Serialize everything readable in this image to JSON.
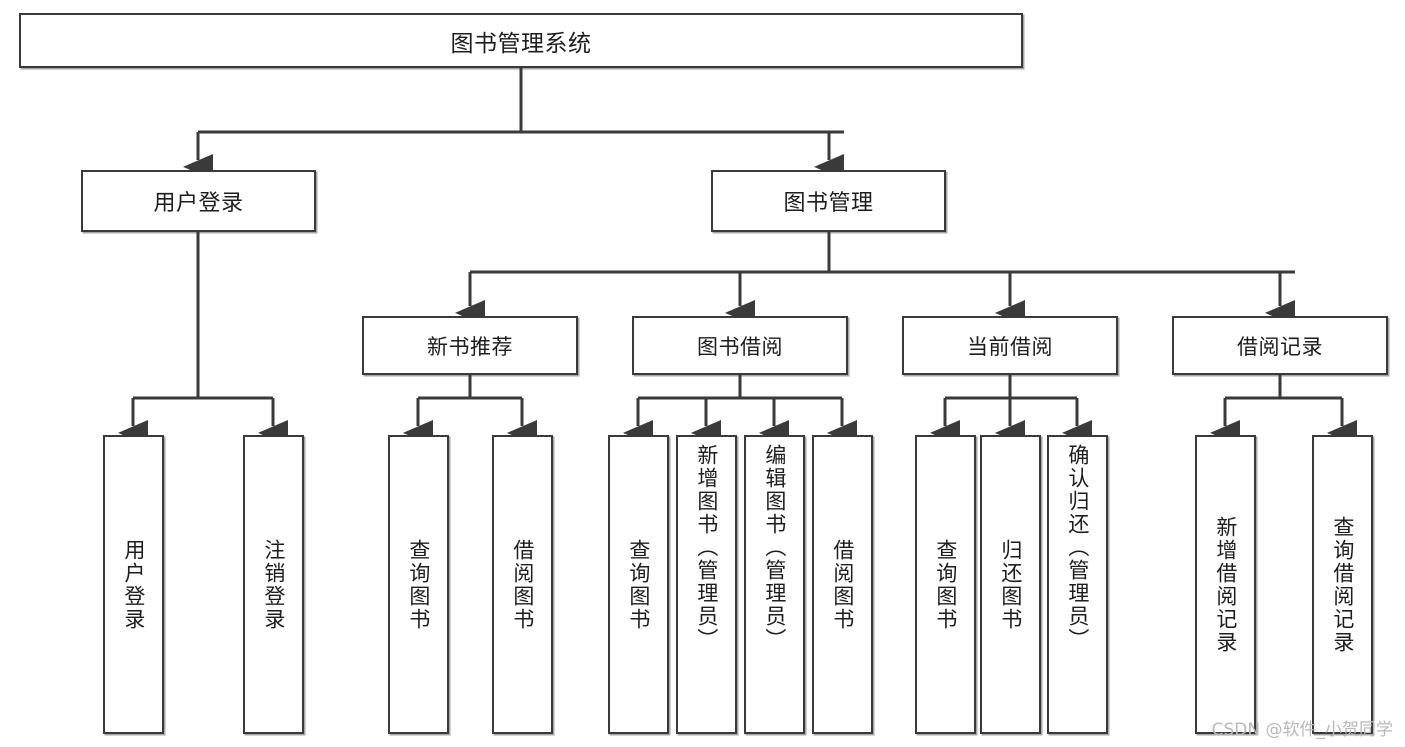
{
  "diagram": {
    "title": "图书管理系统",
    "type": "tree-hierarchy-chart",
    "watermark": "CSDN @软件_小贺同学",
    "colors": {
      "box_border": "#3a3a3a",
      "box_fill": "#ffffff",
      "connector": "#3a3a3a",
      "text": "#1d1d1d",
      "watermark": "#b9b9b9",
      "background": "#ffffff"
    },
    "root": {
      "id": "root",
      "label": "图书管理系统"
    },
    "level2": [
      {
        "id": "user-login",
        "label": "用户登录"
      },
      {
        "id": "book-manage",
        "label": "图书管理"
      }
    ],
    "level3": [
      {
        "id": "new-book-recommend",
        "label": "新书推荐",
        "parent": "book-manage"
      },
      {
        "id": "book-borrow",
        "label": "图书借阅",
        "parent": "book-manage"
      },
      {
        "id": "current-borrow",
        "label": "当前借阅",
        "parent": "book-manage"
      },
      {
        "id": "borrow-record",
        "label": "借阅记录",
        "parent": "book-manage"
      }
    ],
    "leaves": [
      {
        "id": "leaf-user-login",
        "label": "用户登录",
        "parent": "user-login"
      },
      {
        "id": "leaf-logout-login",
        "label": "注销登录",
        "parent": "user-login"
      },
      {
        "id": "leaf-query-book-1",
        "label": "查询图书",
        "parent": "new-book-recommend"
      },
      {
        "id": "leaf-borrow-book-1",
        "label": "借阅图书",
        "parent": "new-book-recommend"
      },
      {
        "id": "leaf-query-book-2",
        "label": "查询图书",
        "parent": "book-borrow"
      },
      {
        "id": "leaf-add-book",
        "label": "新增图书（管理员）",
        "parent": "book-borrow"
      },
      {
        "id": "leaf-edit-book",
        "label": "编辑图书（管理员）",
        "parent": "book-borrow"
      },
      {
        "id": "leaf-borrow-book-2",
        "label": "借阅图书",
        "parent": "book-borrow"
      },
      {
        "id": "leaf-query-book-3",
        "label": "查询图书",
        "parent": "current-borrow"
      },
      {
        "id": "leaf-return-book",
        "label": "归还图书",
        "parent": "current-borrow"
      },
      {
        "id": "leaf-confirm-return",
        "label": "确认归还（管理员）",
        "parent": "current-borrow"
      },
      {
        "id": "leaf-add-record",
        "label": "新增借阅记录",
        "parent": "borrow-record"
      },
      {
        "id": "leaf-query-record",
        "label": "查询借阅记录",
        "parent": "borrow-record"
      }
    ]
  }
}
